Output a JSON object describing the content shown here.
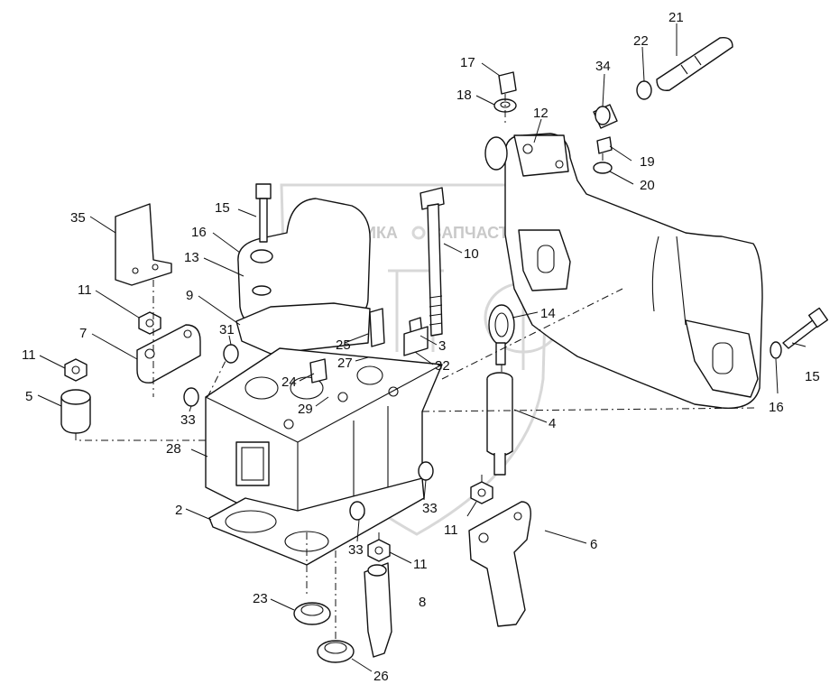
{
  "watermark": {
    "left_text": "ТЕХНИКА",
    "right_text": "ЗАПЧАСТИ",
    "logo_letters": "ЭПФ"
  },
  "callouts": [
    {
      "id": "c21",
      "text": "21"
    },
    {
      "id": "c22",
      "text": "22"
    },
    {
      "id": "c17",
      "text": "17"
    },
    {
      "id": "c34",
      "text": "34"
    },
    {
      "id": "c18",
      "text": "18"
    },
    {
      "id": "c12",
      "text": "12"
    },
    {
      "id": "c19",
      "text": "19"
    },
    {
      "id": "c20",
      "text": "20"
    },
    {
      "id": "c15a",
      "text": "15"
    },
    {
      "id": "c35",
      "text": "35"
    },
    {
      "id": "c16a",
      "text": "16"
    },
    {
      "id": "c10",
      "text": "10"
    },
    {
      "id": "c13",
      "text": "13"
    },
    {
      "id": "c11a",
      "text": "11"
    },
    {
      "id": "c9",
      "text": "9"
    },
    {
      "id": "c14",
      "text": "14"
    },
    {
      "id": "c7",
      "text": "7"
    },
    {
      "id": "c31",
      "text": "31"
    },
    {
      "id": "c25",
      "text": "25"
    },
    {
      "id": "c3",
      "text": "3"
    },
    {
      "id": "c11b",
      "text": "11"
    },
    {
      "id": "c27",
      "text": "27"
    },
    {
      "id": "c32",
      "text": "32"
    },
    {
      "id": "c24",
      "text": "24"
    },
    {
      "id": "c15b",
      "text": "15"
    },
    {
      "id": "c5",
      "text": "5"
    },
    {
      "id": "c33a",
      "text": "33"
    },
    {
      "id": "c29",
      "text": "29"
    },
    {
      "id": "c16b",
      "text": "16"
    },
    {
      "id": "c4",
      "text": "4"
    },
    {
      "id": "c28",
      "text": "28"
    },
    {
      "id": "c2",
      "text": "2"
    },
    {
      "id": "c33b",
      "text": "33"
    },
    {
      "id": "c11c",
      "text": "11"
    },
    {
      "id": "c6",
      "text": "6"
    },
    {
      "id": "c33c",
      "text": "33"
    },
    {
      "id": "c11d",
      "text": "11"
    },
    {
      "id": "c8",
      "text": "8"
    },
    {
      "id": "c23",
      "text": "23"
    },
    {
      "id": "c26",
      "text": "26"
    }
  ]
}
